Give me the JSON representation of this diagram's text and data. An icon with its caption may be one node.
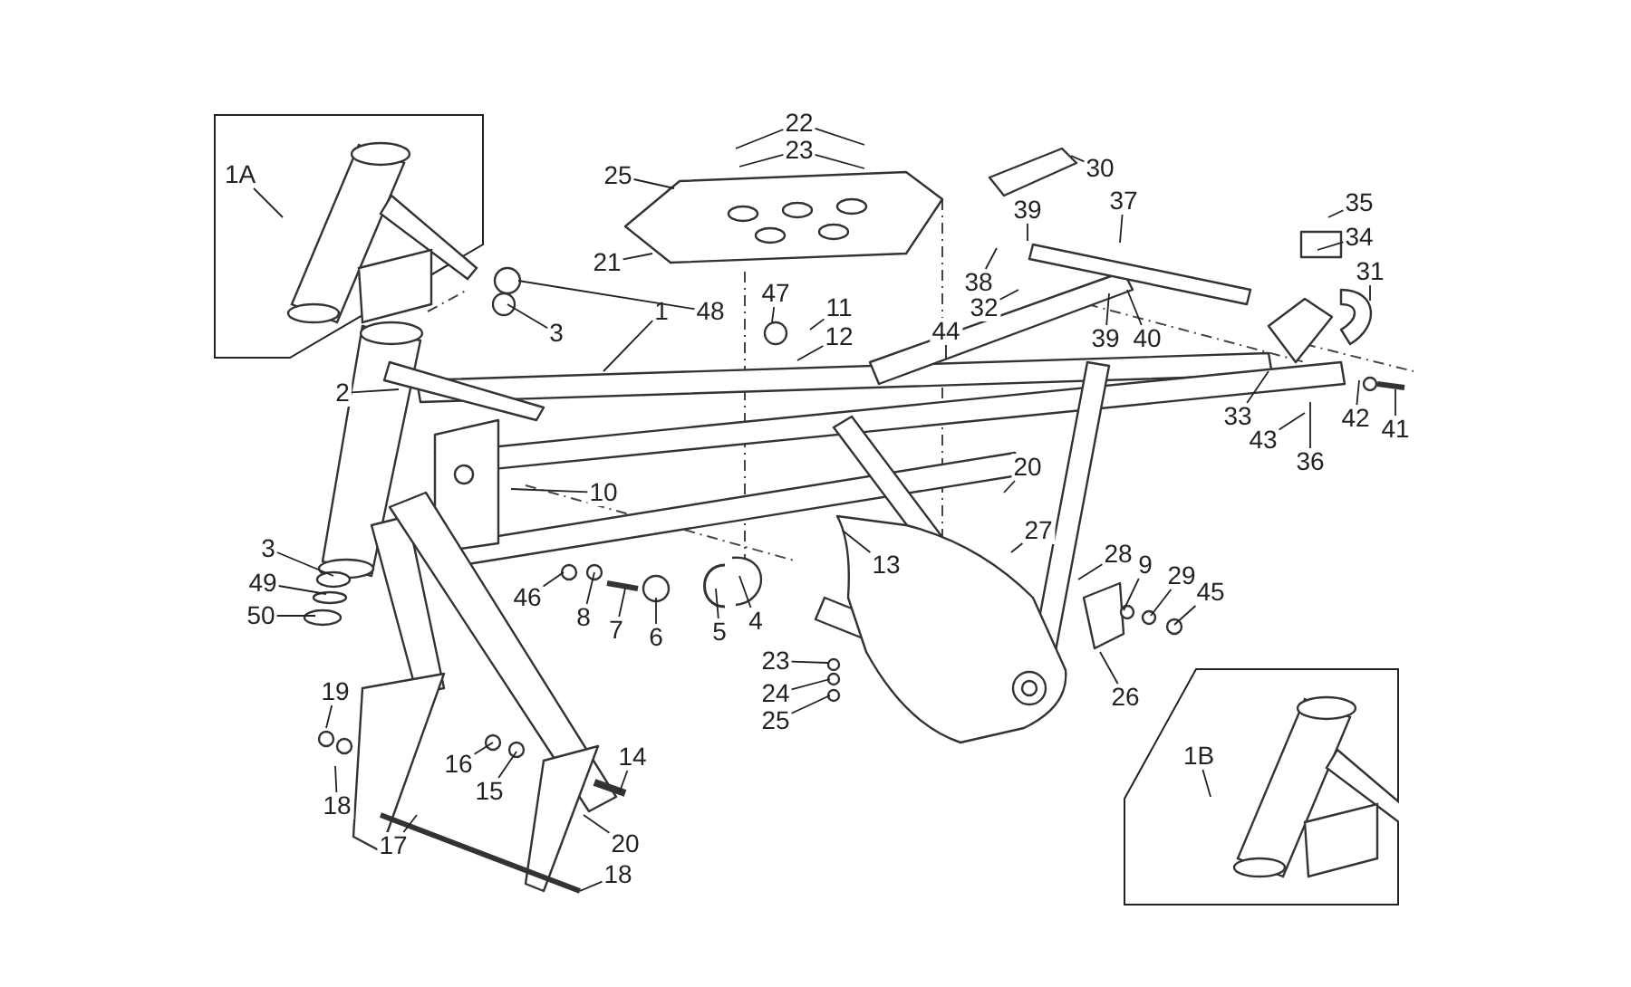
{
  "diagram": {
    "nodes": [
      {
        "text": [],
        "shape": "box"
      },
      {
        "text": [
          "1A"
        ],
        "in": 0
      },
      {
        "text": [
          "22"
        ]
      },
      {
        "text": [
          "23"
        ]
      },
      {
        "text": [
          "25"
        ]
      },
      {
        "text": [
          "30"
        ]
      },
      {
        "text": [
          "39"
        ]
      },
      {
        "text": [
          "37"
        ]
      },
      {
        "text": [
          "35"
        ]
      },
      {
        "text": [
          "21"
        ]
      },
      {
        "text": [
          "34"
        ]
      },
      {
        "text": [
          "31"
        ]
      },
      {
        "text": [
          "38"
        ]
      },
      {
        "text": [
          "32"
        ]
      },
      {
        "text": [
          "39"
        ]
      },
      {
        "text": [
          "40"
        ]
      },
      {
        "text": [
          "48"
        ]
      },
      {
        "text": [
          "47"
        ]
      },
      {
        "text": [
          "11"
        ]
      },
      {
        "text": [
          "3"
        ]
      },
      {
        "text": [
          "1"
        ]
      },
      {
        "text": [
          "12"
        ]
      },
      {
        "text": [
          "44"
        ]
      },
      {
        "text": [
          "2"
        ]
      },
      {
        "text": [
          "33"
        ]
      },
      {
        "text": [
          "43"
        ]
      },
      {
        "text": [
          "42"
        ]
      },
      {
        "text": [
          "41"
        ]
      },
      {
        "text": [
          "36"
        ]
      },
      {
        "text": [
          "20"
        ]
      },
      {
        "text": [
          "10"
        ]
      },
      {
        "text": [
          "27"
        ]
      },
      {
        "text": [
          "3"
        ]
      },
      {
        "text": [
          "28"
        ]
      },
      {
        "text": [
          "9"
        ]
      },
      {
        "text": [
          "29"
        ]
      },
      {
        "text": [
          "49"
        ]
      },
      {
        "text": [
          "45"
        ]
      },
      {
        "text": [
          "13"
        ]
      },
      {
        "text": [
          "50"
        ]
      },
      {
        "text": [
          "46"
        ]
      },
      {
        "text": [
          "4"
        ]
      },
      {
        "text": [
          "8"
        ]
      },
      {
        "text": [
          "5"
        ]
      },
      {
        "text": [
          "7"
        ]
      },
      {
        "text": [
          "6"
        ]
      },
      {
        "text": [
          "23"
        ]
      },
      {
        "text": [
          "24"
        ]
      },
      {
        "text": [
          "26"
        ]
      },
      {
        "text": [
          "25"
        ]
      },
      {
        "text": [
          "19"
        ]
      },
      {
        "text": [],
        "shape": "box"
      },
      {
        "text": [
          "1B"
        ],
        "in": 51
      },
      {
        "text": [
          "16"
        ]
      },
      {
        "text": [
          "14"
        ]
      },
      {
        "text": [
          "15"
        ]
      },
      {
        "text": [
          "18"
        ]
      },
      {
        "text": [
          "17"
        ]
      },
      {
        "text": [
          "20"
        ]
      },
      {
        "text": [
          "18"
        ]
      }
    ],
    "edges": [
      {
        "from": 1,
        "to": null,
        "arrow": "none"
      },
      {
        "from": 2,
        "to": null,
        "arrow": "none"
      },
      {
        "from": 2,
        "to": null,
        "arrow": "none"
      },
      {
        "from": 3,
        "to": null,
        "arrow": "none"
      },
      {
        "from": 3,
        "to": null,
        "arrow": "none"
      },
      {
        "from": 4,
        "to": null,
        "arrow": "none"
      },
      {
        "from": 5,
        "to": null,
        "arrow": "none"
      },
      {
        "from": 6,
        "to": null,
        "arrow": "none"
      },
      {
        "from": 7,
        "to": null,
        "arrow": "none"
      },
      {
        "from": 8,
        "to": null,
        "arrow": "none"
      },
      {
        "from": 9,
        "to": null,
        "arrow": "none"
      },
      {
        "from": 10,
        "to": null,
        "arrow": "none"
      },
      {
        "from": 11,
        "to": null,
        "arrow": "none"
      },
      {
        "from": 12,
        "to": null,
        "arrow": "none"
      },
      {
        "from": 13,
        "to": null,
        "arrow": "none"
      },
      {
        "from": 14,
        "to": null,
        "arrow": "none"
      },
      {
        "from": 15,
        "to": null,
        "arrow": "none"
      },
      {
        "from": 16,
        "to": null,
        "arrow": "none"
      },
      {
        "from": 17,
        "to": null,
        "arrow": "none"
      },
      {
        "from": 18,
        "to": null,
        "arrow": "none"
      },
      {
        "from": 19,
        "to": null,
        "arrow": "none"
      },
      {
        "from": 20,
        "to": null,
        "arrow": "none"
      },
      {
        "from": 21,
        "to": null,
        "arrow": "none"
      },
      {
        "from": 22,
        "to": null,
        "arrow": "none"
      },
      {
        "from": 23,
        "to": null,
        "arrow": "none"
      },
      {
        "from": 24,
        "to": null,
        "arrow": "none"
      },
      {
        "from": 25,
        "to": null,
        "arrow": "none"
      },
      {
        "from": 26,
        "to": null,
        "arrow": "none"
      },
      {
        "from": 27,
        "to": null,
        "arrow": "none"
      },
      {
        "from": 28,
        "to": null,
        "arrow": "none"
      },
      {
        "from": 29,
        "to": null,
        "arrow": "none"
      },
      {
        "from": 30,
        "to": null,
        "arrow": "none"
      },
      {
        "from": 31,
        "to": null,
        "arrow": "none"
      },
      {
        "from": 32,
        "to": null,
        "arrow": "none"
      },
      {
        "from": 33,
        "to": null,
        "arrow": "none"
      },
      {
        "from": 34,
        "to": null,
        "arrow": "none"
      },
      {
        "from": 35,
        "to": null,
        "arrow": "none"
      },
      {
        "from": 36,
        "to": null,
        "arrow": "none"
      },
      {
        "from": 37,
        "to": null,
        "arrow": "none"
      },
      {
        "from": 38,
        "to": null,
        "arrow": "none"
      },
      {
        "from": 39,
        "to": null,
        "arrow": "none"
      },
      {
        "from": 40,
        "to": null,
        "arrow": "none"
      },
      {
        "from": 41,
        "to": null,
        "arrow": "none"
      },
      {
        "from": 42,
        "to": null,
        "arrow": "none"
      },
      {
        "from": 43,
        "to": null,
        "arrow": "none"
      },
      {
        "from": 44,
        "to": null,
        "arrow": "none"
      },
      {
        "from": 45,
        "to": null,
        "arrow": "none"
      },
      {
        "from": 46,
        "to": null,
        "arrow": "none"
      },
      {
        "from": 47,
        "to": null,
        "arrow": "none"
      },
      {
        "from": 48,
        "to": null,
        "arrow": "none"
      },
      {
        "from": 49,
        "to": null,
        "arrow": "none"
      },
      {
        "from": 50,
        "to": null,
        "arrow": "none"
      },
      {
        "from": 52,
        "to": null,
        "arrow": "none"
      },
      {
        "from": 53,
        "to": null,
        "arrow": "none"
      },
      {
        "from": 54,
        "to": null,
        "arrow": "none"
      },
      {
        "from": 55,
        "to": null,
        "arrow": "none"
      },
      {
        "from": 56,
        "to": null,
        "arrow": "none"
      },
      {
        "from": 57,
        "to": null,
        "arrow": "none"
      },
      {
        "from": 58,
        "to": null,
        "arrow": "none"
      },
      {
        "from": 59,
        "to": null,
        "arrow": "none"
      }
    ]
  }
}
